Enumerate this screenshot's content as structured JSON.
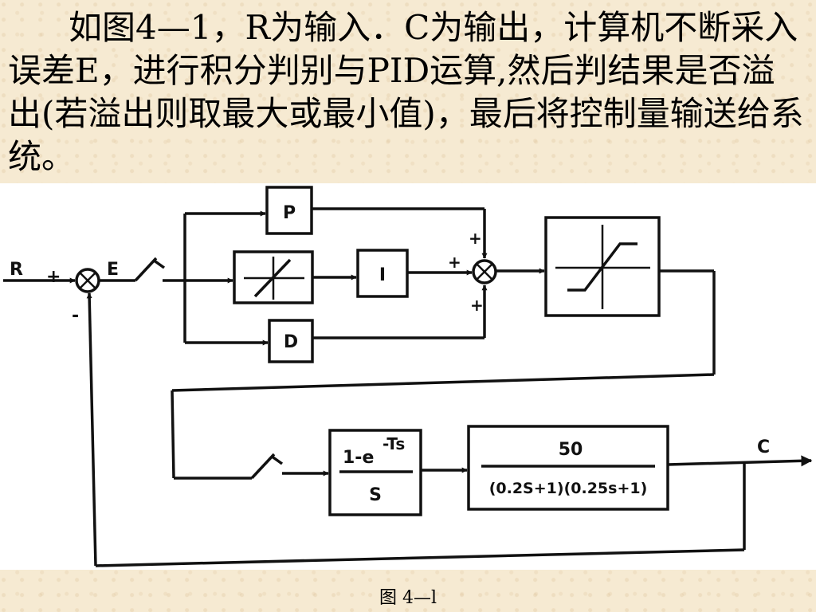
{
  "text": {
    "paragraph": "如图4—1，R为输入．C为输出，计算机不断采入误差E，进行积分判别与PID运算,然后判结果是否溢出(若溢出则取最大或最小值)，最后将控制量输送给系统。"
  },
  "diagram": {
    "input_label": "R",
    "error_label": "E",
    "output_label": "C",
    "sign_plus_input": "+",
    "sign_minus_feedback": "-",
    "sign_plus_p": "+",
    "sign_plus_i": "+",
    "sign_plus_d": "+",
    "block_p": "P",
    "block_i": "I",
    "block_d": "D",
    "zoh_numerator": "1-e",
    "zoh_exponent": "-Ts",
    "zoh_denominator": "S",
    "plant_numerator": "50",
    "plant_denominator": "(0.2S+1)(0.25s+1)"
  },
  "caption": "图  4—l"
}
